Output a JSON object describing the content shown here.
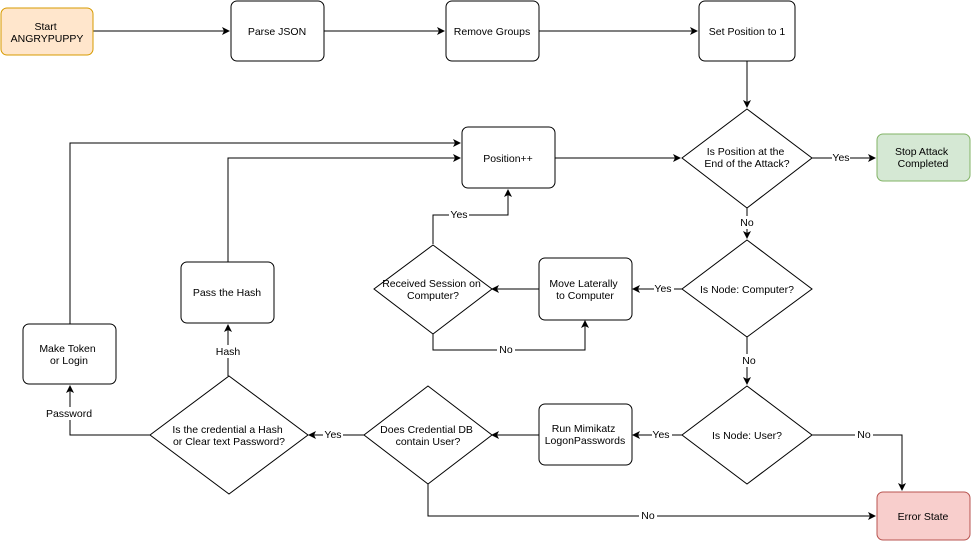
{
  "colors": {
    "start_fill": "#FFE6CC",
    "start_stroke": "#D79B00",
    "success_fill": "#D5E8D4",
    "success_stroke": "#82B366",
    "error_fill": "#F8CECC",
    "error_stroke": "#B85450"
  },
  "nodes": {
    "start": [
      "Start",
      "ANGRYPUPPY"
    ],
    "parse_json": [
      "Parse JSON"
    ],
    "remove_groups": [
      "Remove Groups"
    ],
    "set_position": [
      "Set Position to 1"
    ],
    "position_inc": [
      "Position++"
    ],
    "is_end": [
      "Is Position at the",
      "End of the Attack?"
    ],
    "stop_attack": [
      "Stop Attack",
      "Completed"
    ],
    "is_computer": [
      "Is Node: Computer?"
    ],
    "move_laterally": [
      "Move Laterally",
      "to Computer"
    ],
    "received_session": [
      "Received Session on",
      "Computer?"
    ],
    "pass_hash": [
      "Pass the Hash"
    ],
    "make_token": [
      "Make Token",
      "or Login"
    ],
    "is_user": [
      "Is Node: User?"
    ],
    "run_mimikatz": [
      "Run Mimikatz",
      "LogonPasswords"
    ],
    "cred_db": [
      "Does Credential DB",
      "contain User?"
    ],
    "cred_type": [
      "Is the credential a Hash",
      "or Clear text Password?"
    ],
    "error_state": [
      "Error State"
    ]
  },
  "edge_labels": {
    "end_yes": "Yes",
    "end_no": "No",
    "computer_yes": "Yes",
    "computer_no": "No",
    "session_yes": "Yes",
    "session_no": "No",
    "user_yes": "Yes",
    "user_no": "No",
    "creddb_yes": "Yes",
    "creddb_no": "No",
    "hash": "Hash",
    "password": "Password"
  }
}
